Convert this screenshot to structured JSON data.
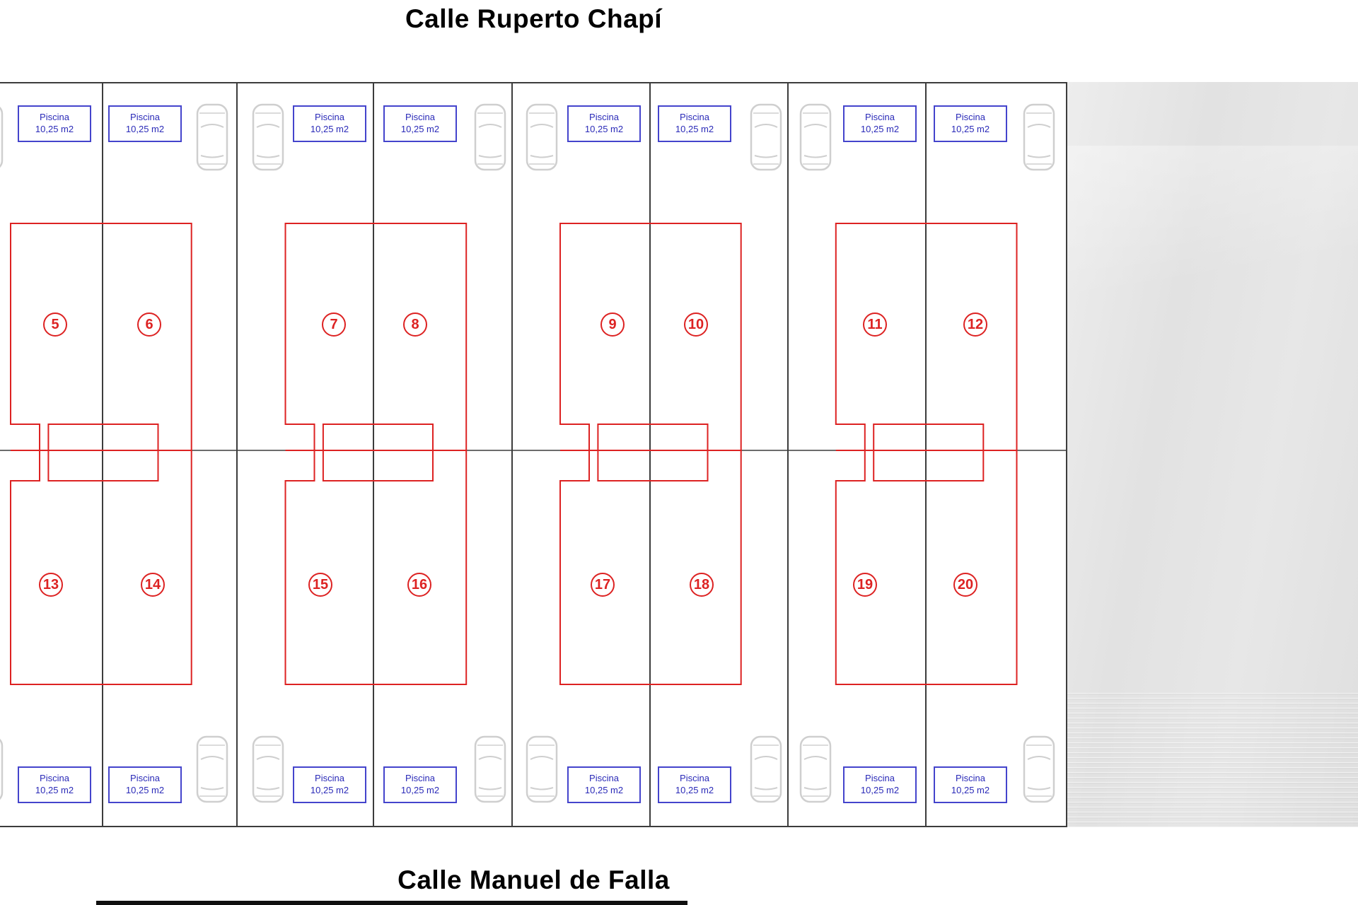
{
  "streets": {
    "top": "Calle Ruperto Chapí",
    "bottom": "Calle Manuel de Falla"
  },
  "pool": {
    "label": "Piscina",
    "area": "10,25 m2"
  },
  "plots": [
    {
      "number": "5"
    },
    {
      "number": "6"
    },
    {
      "number": "7"
    },
    {
      "number": "8"
    },
    {
      "number": "9"
    },
    {
      "number": "10"
    },
    {
      "number": "11"
    },
    {
      "number": "12"
    },
    {
      "number": "13"
    },
    {
      "number": "14"
    },
    {
      "number": "15"
    },
    {
      "number": "16"
    },
    {
      "number": "17"
    },
    {
      "number": "18"
    },
    {
      "number": "19"
    },
    {
      "number": "20"
    }
  ],
  "colors": {
    "house_outline": "#dd2222",
    "pool_border": "#4444cc",
    "plot_boundary": "#3c3c3c",
    "car_outline": "#cfcfcf",
    "adjacent_area": "#e4e4e4"
  }
}
